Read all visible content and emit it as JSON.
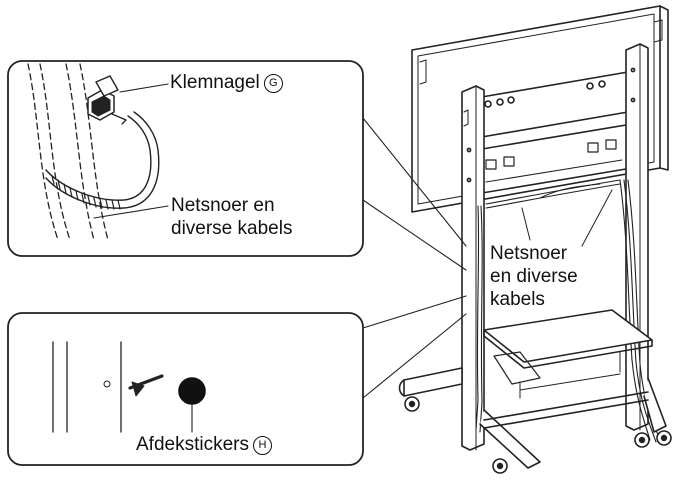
{
  "labels": {
    "clamp": "Klemnagel",
    "clamp_marker": "G",
    "cables_inset_line1": "Netsnoer en",
    "cables_inset_line2": "diverse kabels",
    "cables_stand_line1": "Netsnoer",
    "cables_stand_line2": "en diverse",
    "cables_stand_line3": "kabels",
    "stickers": "Afdekstickers",
    "stickers_marker": "H"
  }
}
